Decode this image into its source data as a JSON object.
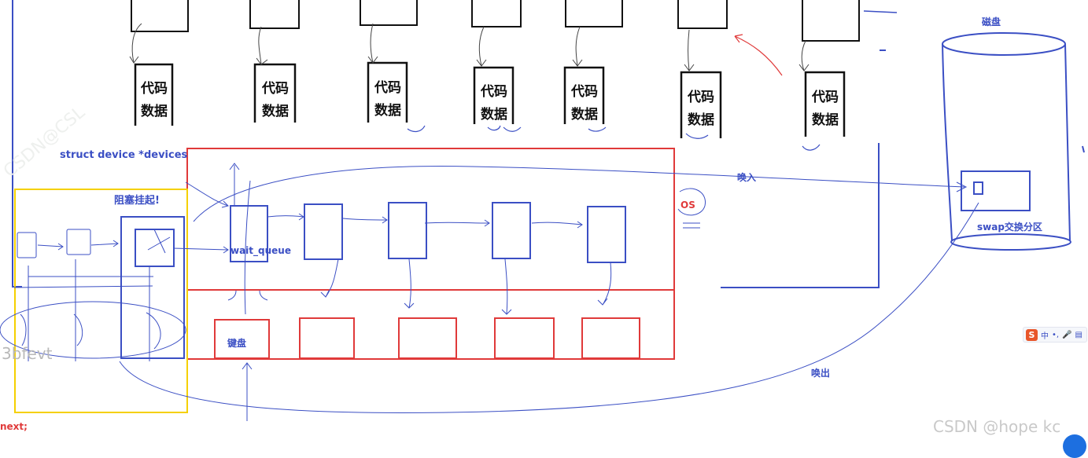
{
  "colors": {
    "blue": "#3b4fc4",
    "red": "#e03a3a",
    "yellow": "#f5d000",
    "black": "#111111"
  },
  "processes": {
    "code_labels": [
      {
        "line1": "代码",
        "line2": "数据"
      },
      {
        "line1": "代码",
        "line2": "数据"
      },
      {
        "line1": "代码",
        "line2": "数据"
      },
      {
        "line1": "代码",
        "line2": "数据"
      },
      {
        "line1": "代码",
        "line2": "数据"
      },
      {
        "line1": "代码",
        "line2": "数据"
      },
      {
        "line1": "代码",
        "line2": "数据"
      }
    ]
  },
  "labels": {
    "struct_devices": "struct device *devices",
    "blocked": "阻塞挂起!",
    "wait_queue": "wait_queue",
    "keyboard": "键盘",
    "os": "OS",
    "swap_in": "唤入",
    "swap_out": "唤出",
    "disk": "磁盘",
    "swap_partition": "swap交换分区",
    "next": "next;",
    "scribble": "3bfevt"
  },
  "watermark": {
    "text": "CSDN @hope kc",
    "faint": "CSDN@CSL"
  },
  "ime_toolbar": {
    "logo": "S",
    "lang": "中",
    "punct": "•,",
    "mic": "🎤",
    "menu": "▤"
  }
}
